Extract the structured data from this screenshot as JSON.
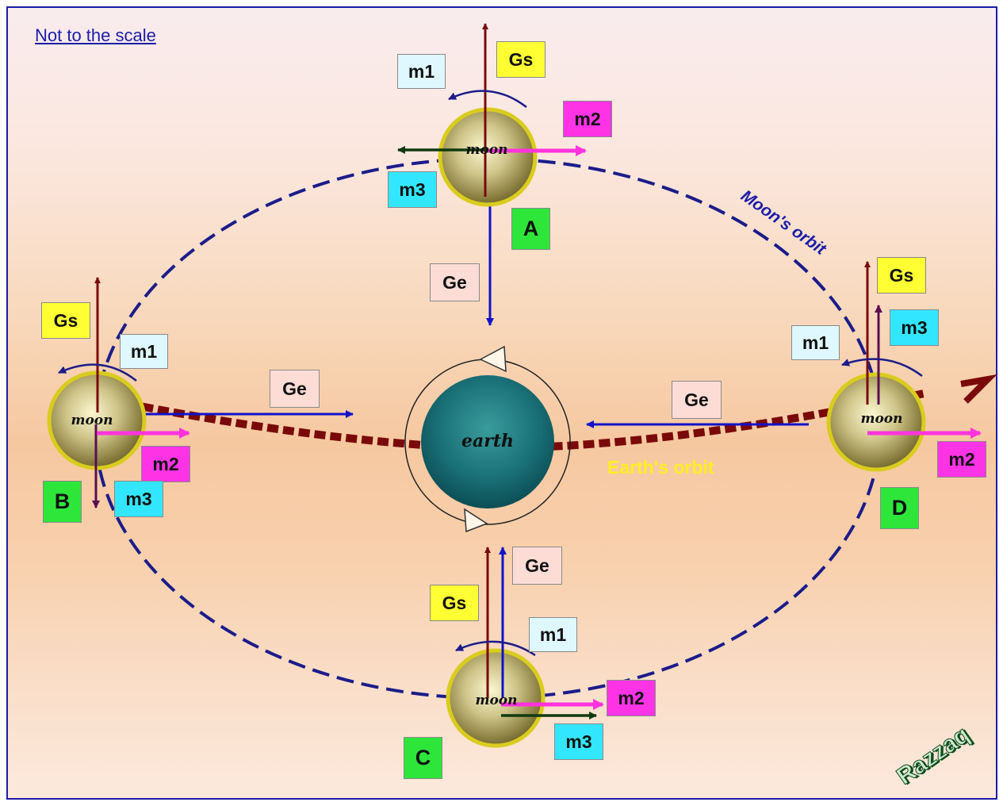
{
  "note": "Not to the scale",
  "earth_label": "earth",
  "moon_label": "moon",
  "orbit_labels": {
    "moon": "Moon's orbit",
    "earth": "Earth's orbit"
  },
  "positions": [
    "A",
    "B",
    "C",
    "D"
  ],
  "forces": {
    "sun": "Gs",
    "earth": "Ge",
    "m1": "m1",
    "m2": "m2",
    "m3": "m3"
  },
  "logo": "Razzaq",
  "colors": {
    "frame": "#1c1ca8",
    "gs_arrow": "#7a0a0a",
    "ge_arrow": "#1212c8",
    "m2_arrow": "#ff33dd",
    "m3_arrow": "#103a10",
    "earth_orbit": "#7a0a0a",
    "moon_orbit": "#1c1c8a"
  }
}
